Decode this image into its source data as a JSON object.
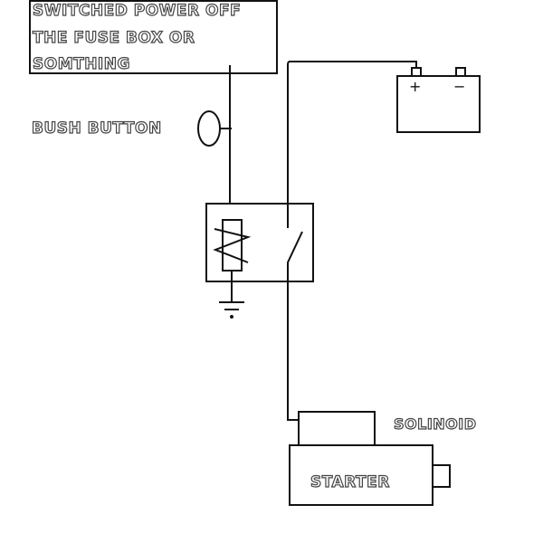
{
  "labels": {
    "power_line1": "SWITCHED POWER OFF",
    "power_line2": "THE FUSE BOX OR",
    "power_line3": "SOMTHING",
    "push_button": "BUSH BUTTON",
    "solenoid": "SOLINOID",
    "starter": "STARTER",
    "battery_plus": "+",
    "battery_minus": "−"
  },
  "colors": {
    "line": "#111111",
    "text_outline": "#444444"
  }
}
